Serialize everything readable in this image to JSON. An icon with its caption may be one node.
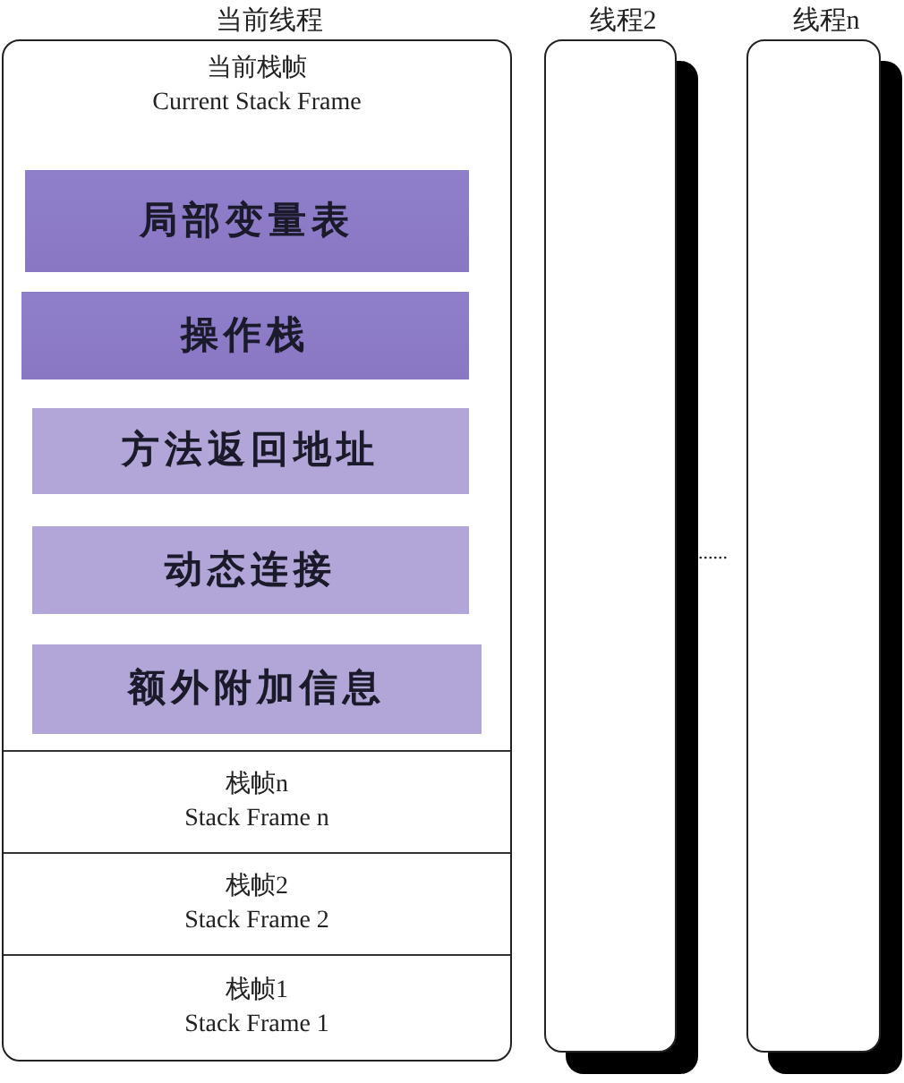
{
  "diagram": {
    "nodes": [
      {
        "text": [
          "当前线程"
        ]
      },
      {
        "text": [
          "当前栈帧",
          "Current Stack Frame"
        ],
        "in": 0
      },
      {
        "text": [
          "局部变量表"
        ],
        "in": 1
      },
      {
        "text": [
          "操作栈"
        ],
        "in": 1
      },
      {
        "text": [
          "方法返回地址"
        ],
        "in": 1
      },
      {
        "text": [
          "动态连接"
        ],
        "in": 1
      },
      {
        "text": [
          "额外附加信息"
        ],
        "in": 1
      },
      {
        "text": [
          "栈帧n",
          "Stack Frame n"
        ],
        "in": 0
      },
      {
        "text": [
          "栈帧2",
          "Stack Frame 2"
        ],
        "in": 0
      },
      {
        "text": [
          "栈帧1",
          "Stack Frame 1"
        ],
        "in": 0
      },
      {
        "text": [
          "线程2"
        ]
      },
      {
        "text": [
          "线程n"
        ]
      }
    ],
    "labels": [
      "......"
    ]
  }
}
